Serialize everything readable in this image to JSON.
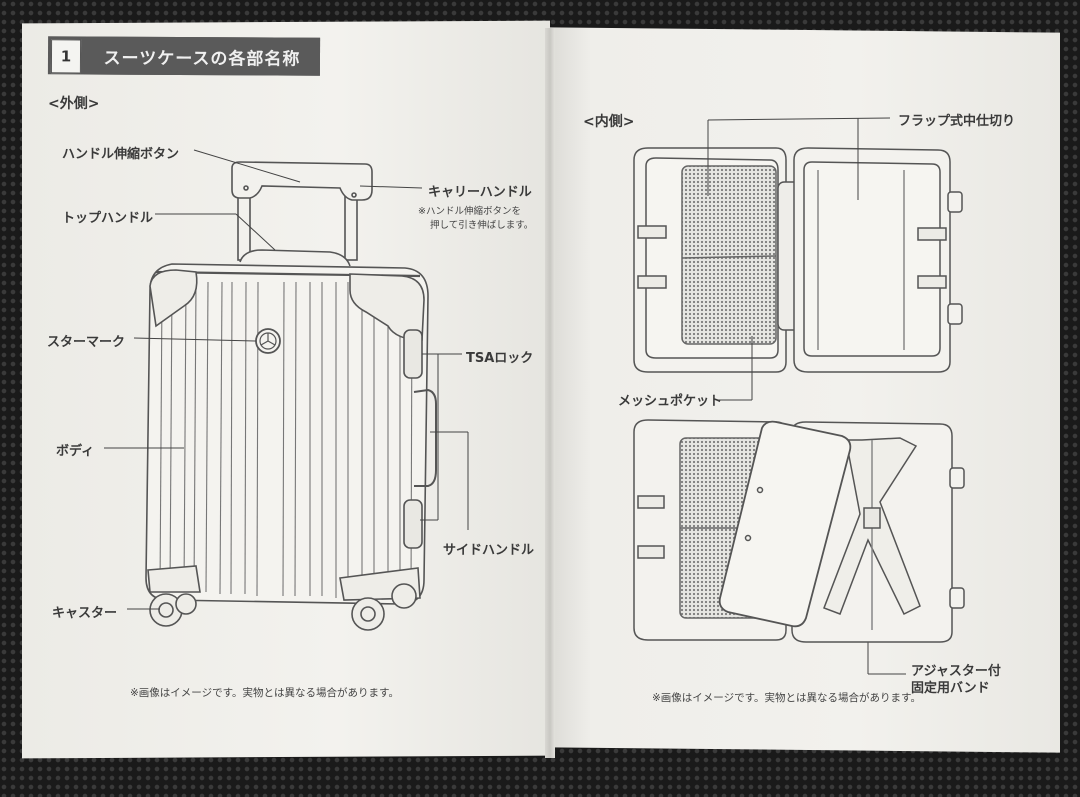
{
  "section": {
    "number": "1",
    "title": "スーツケースの各部名称"
  },
  "left_page": {
    "subheading": "<外側>",
    "labels": {
      "handle_button": "ハンドル伸縮ボタン",
      "carry_handle": "キャリーハンドル",
      "carry_handle_note_1": "※ハンドル伸縮ボタンを",
      "carry_handle_note_2": "押して引き伸ばします。",
      "top_handle": "トップハンドル",
      "star_mark": "スターマーク",
      "tsa_lock": "TSAロック",
      "body": "ボディ",
      "side_handle": "サイドハンドル",
      "caster": "キャスター"
    },
    "footnote": "※画像はイメージです。実物とは異なる場合があります。"
  },
  "right_page": {
    "subheading": "<内側>",
    "labels": {
      "flap_divider": "フラップ式中仕切り",
      "mesh_pocket": "メッシュポケット",
      "band_line_1": "アジャスター付",
      "band_line_2": "固定用バンド"
    },
    "footnote": "※画像はイメージです。実物とは異なる場合があります。"
  },
  "colors": {
    "page": "#f1f0ec",
    "ink": "#3a3a3a",
    "header_bar": "#5a5a5a",
    "background": "#1a1a1a"
  }
}
